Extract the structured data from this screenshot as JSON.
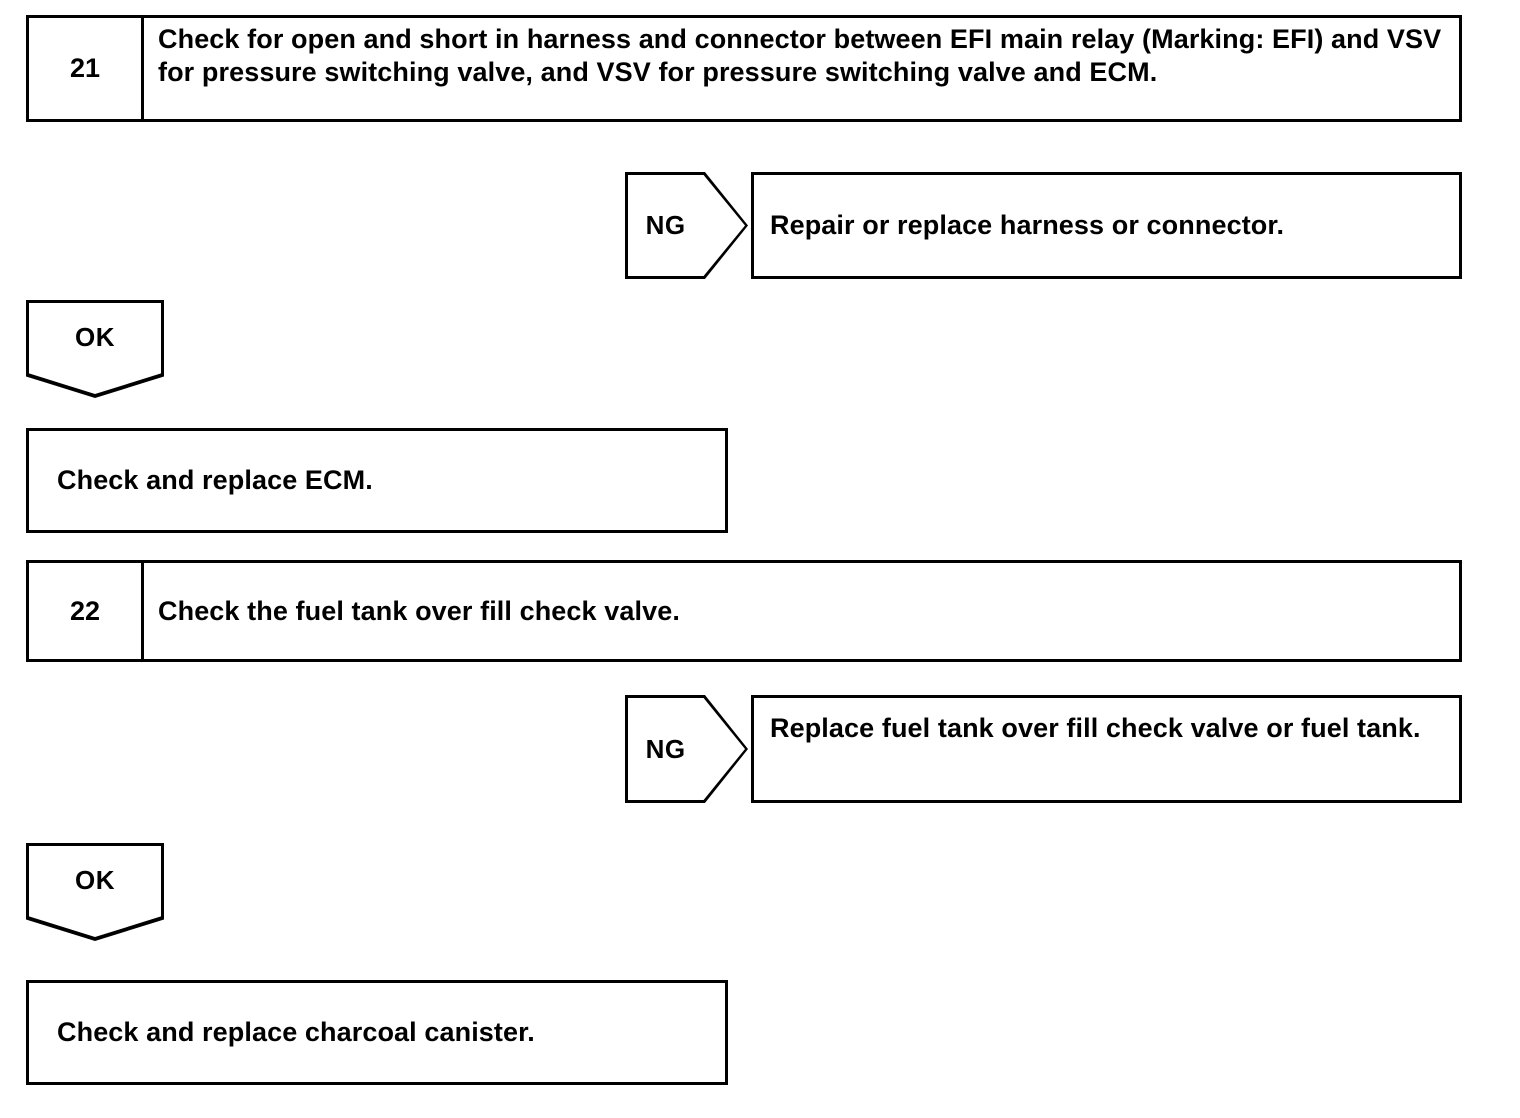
{
  "document": {
    "type": "troubleshooting-flowchart",
    "ink_color": "#000000",
    "background_color": "#ffffff"
  },
  "steps": [
    {
      "number": "21",
      "text": "Check for open and short in harness and connector between EFI main relay (Marking: EFI) and VSV for pressure switching valve, and VSV for pressure switching valve and ECM."
    },
    {
      "number": "22",
      "text": "Check the fuel tank over fill check valve."
    }
  ],
  "branches": [
    {
      "label": "NG",
      "result": "Repair or replace harness or connector."
    },
    {
      "label": "NG",
      "result": "Replace fuel tank over fill check valve or fuel tank."
    }
  ],
  "ok_connectors": [
    {
      "label": "OK"
    },
    {
      "label": "OK"
    }
  ],
  "actions": [
    {
      "text": "Check and replace ECM."
    },
    {
      "text": "Check and replace charcoal canister."
    }
  ]
}
